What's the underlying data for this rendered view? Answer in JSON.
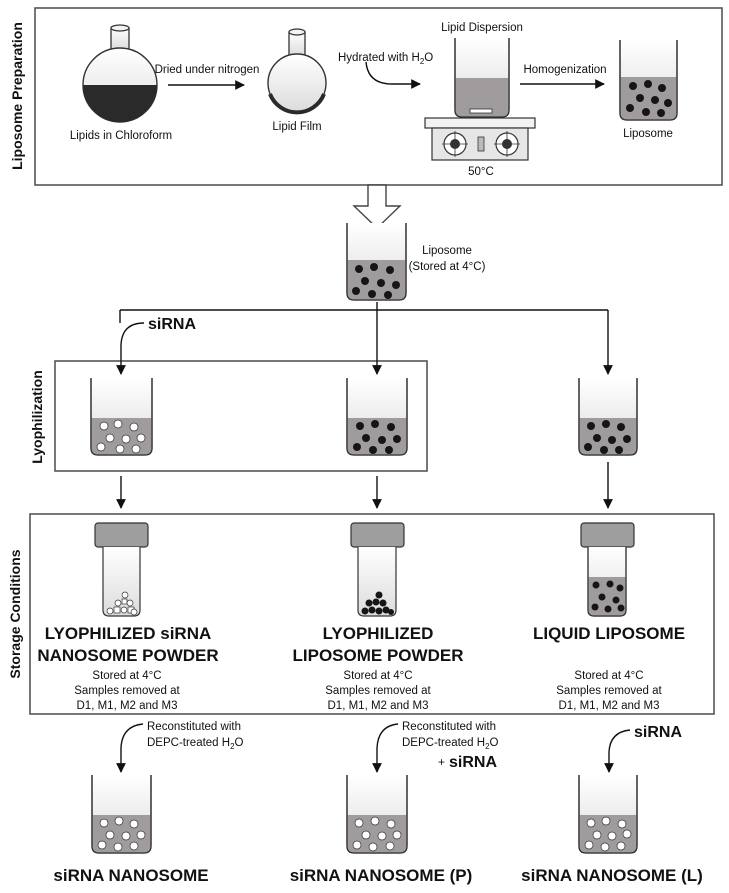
{
  "sections": {
    "preparation": "Liposome Preparation",
    "lyophilization": "Lyophilization",
    "storage": "Storage Conditions"
  },
  "preparation": {
    "lipids_in_chloroform": "Lipids in Chloroform",
    "dried_under_nitrogen": "Dried under nitrogen",
    "lipid_film": "Lipid Film",
    "hydrated_with": "Hydrated with H",
    "hydrated_sub": "2",
    "hydrated_tail": "O",
    "lipid_dispersion": "Lipid Dispersion",
    "temperature": "50°C",
    "homogenization": "Homogenization",
    "liposome": "Liposome"
  },
  "stored_liposome": {
    "line1": "Liposome",
    "line2": "(Stored at 4°C)"
  },
  "sirna_label": "siRNA",
  "products": {
    "left_title_1": "LYOPHILIZED siRNA",
    "left_title_2": "NANOSOME POWDER",
    "mid_title_1": "LYOPHILIZED",
    "mid_title_2": "LIPOSOME POWDER",
    "right_title": "LIQUID LIPOSOME"
  },
  "storage_note": {
    "line1": "Stored at 4°C",
    "line2": "Samples removed at",
    "line3": "D1, M1, M2 and M3"
  },
  "reconstitution": {
    "line1": "Reconstituted with",
    "line2": "DEPC-treated H",
    "sub": "2",
    "tail": "O",
    "plus": "+",
    "sirna": "siRNA"
  },
  "final": {
    "left": "siRNA NANOSOME",
    "mid": "siRNA NANOSOME (P)",
    "right": "siRNA NANOSOME (L)"
  },
  "colors": {
    "liquid": "#a09b9d",
    "liquid_dark": "#8e898b",
    "lipid_dark": "#2a2a2a",
    "particle": "#161616",
    "glass_top": "#eeeeee"
  }
}
